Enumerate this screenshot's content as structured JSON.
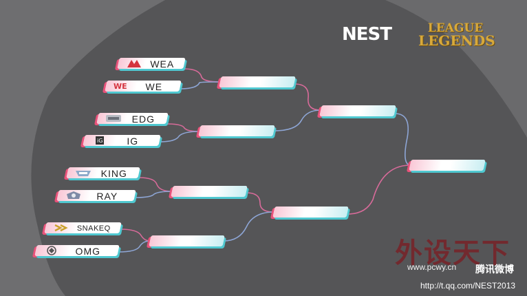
{
  "brand": {
    "organizer": "NEST",
    "game_line1": "LEAGUE",
    "game_line2": "LEGENDS"
  },
  "bracket": {
    "teams": [
      {
        "name": "WEA",
        "logo": "wea-logo-icon"
      },
      {
        "name": "WE",
        "logo": "we-logo-icon"
      },
      {
        "name": "EDG",
        "logo": "edg-logo-icon"
      },
      {
        "name": "IG",
        "logo": "ig-logo-icon"
      },
      {
        "name": "KING",
        "logo": "king-logo-icon"
      },
      {
        "name": "RAY",
        "logo": "ray-logo-icon"
      },
      {
        "name": "SNAKEQ",
        "logo": "snake-logo-icon"
      },
      {
        "name": "OMG",
        "logo": "omg-logo-icon"
      }
    ],
    "quarterfinal_winners": [
      "",
      "",
      "",
      ""
    ],
    "semifinal_winners": [
      "",
      ""
    ],
    "champion": "",
    "colors": {
      "accent_pink": "#e8527a",
      "accent_cyan": "#4fc8d0",
      "line_pink": "#d86b9a",
      "line_blue": "#8ea6d6"
    }
  },
  "watermark": {
    "site_cn": "外设天下",
    "site_domain": "www.pcwy.cn",
    "weibo_label": "腾讯微博",
    "weibo_url": "http://t.qq.com/NEST2013"
  }
}
